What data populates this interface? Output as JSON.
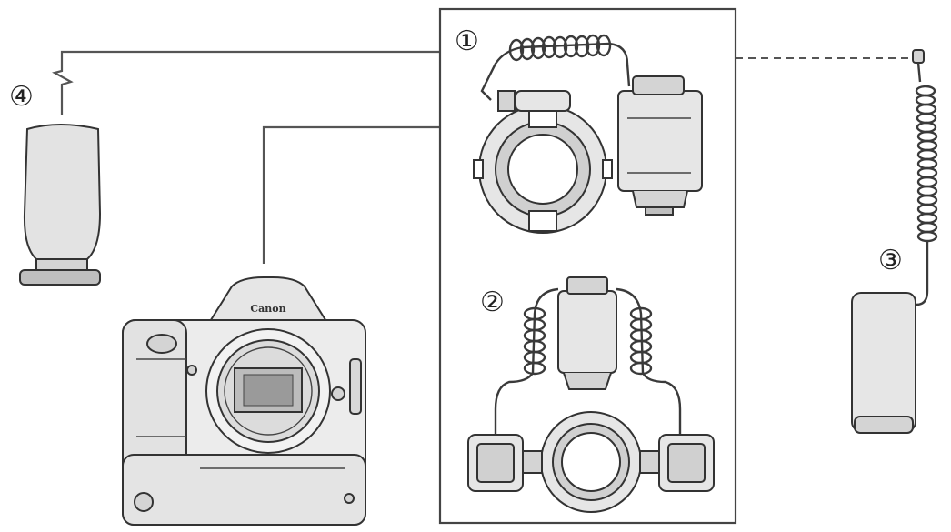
{
  "labels": {
    "ring_lite": "①",
    "twin_lite": "②",
    "battery_pack": "③",
    "transmitter": "④"
  },
  "camera_brand": "Canon",
  "colors": {
    "line": "#555555",
    "outline": "#333333",
    "light_gray": "#e6e6e6",
    "mid_gray": "#d4d4d4",
    "dark_gray": "#bfbfbf"
  }
}
